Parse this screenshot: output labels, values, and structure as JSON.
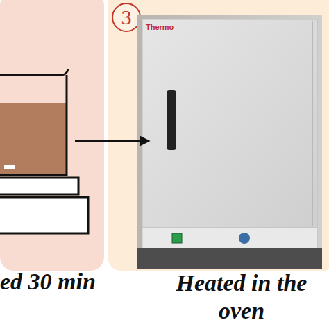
{
  "diagram": {
    "nodes": [
      {
        "text": [
          "ed 30 min"
        ]
      },
      {
        "text": [
          "Heated in the oven"
        ]
      },
      {
        "text": [
          "3"
        ],
        "in": 1
      }
    ],
    "edges": [
      {
        "from": 0,
        "to": 1,
        "arrow": "to"
      }
    ],
    "labels": [
      "Thermo"
    ]
  }
}
